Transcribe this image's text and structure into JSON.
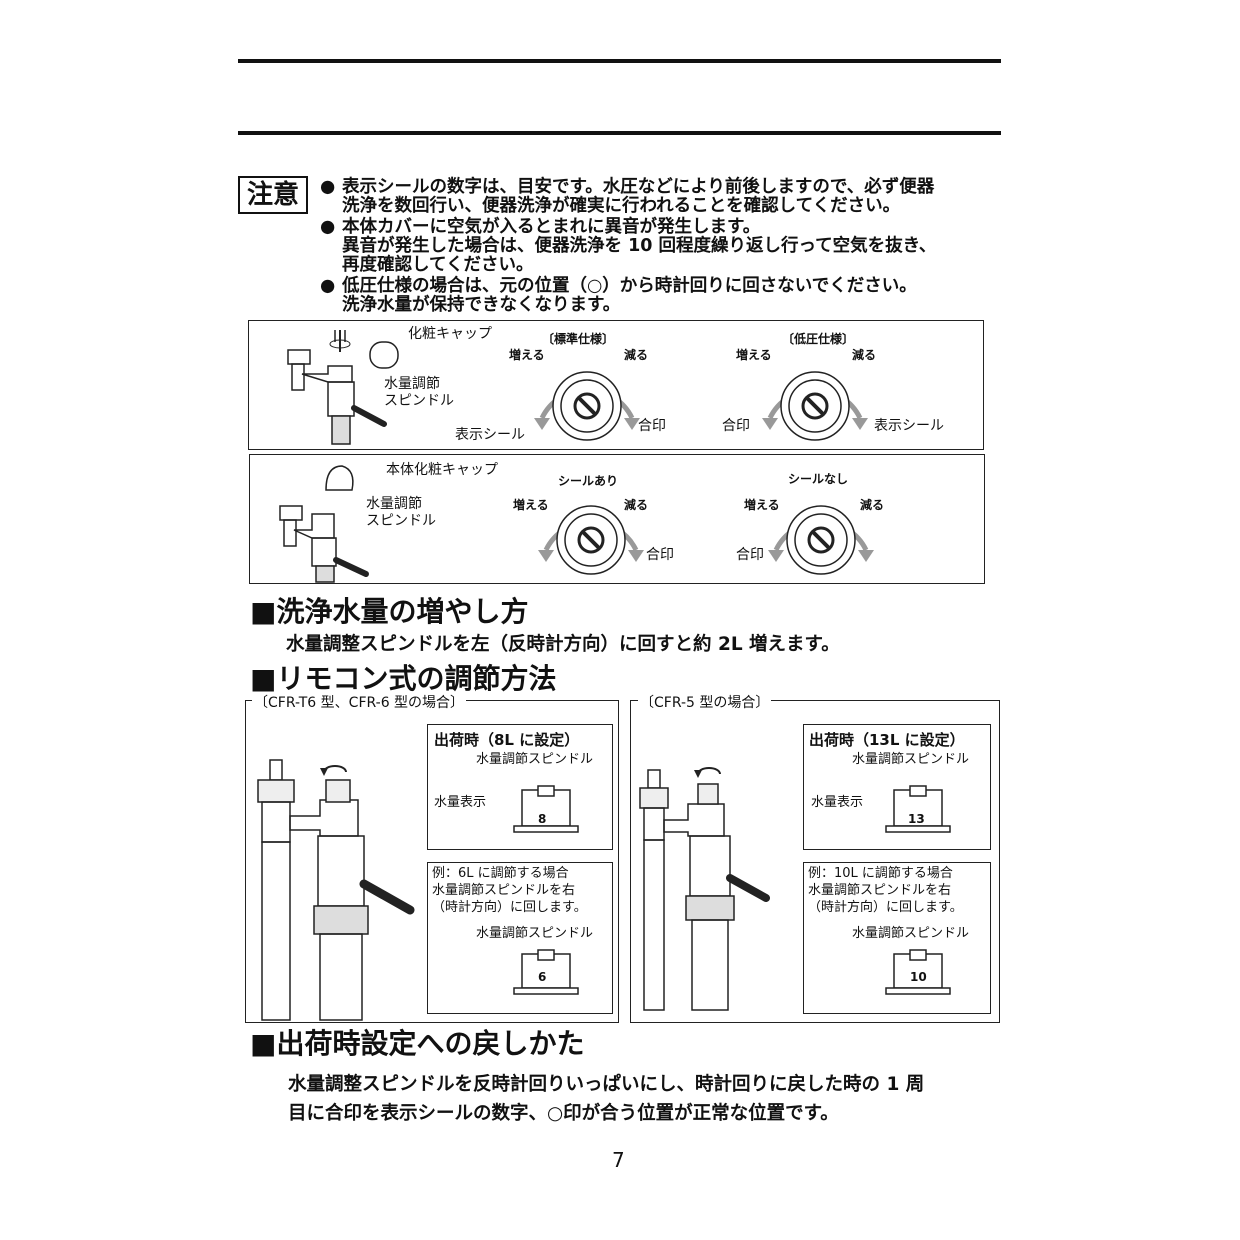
{
  "caution": {
    "label": "注意",
    "notes": [
      {
        "bullet": "●",
        "lines": [
          "表示シールの数字は、目安です。水圧などにより前後しますので、必ず便器",
          "洗浄を数回行い、便器洗浄が確実に行われることを確認してください。"
        ]
      },
      {
        "bullet": "●",
        "lines": [
          "本体カバーに空気が入るとまれに異音が発生します。",
          "異音が発生した場合は、便器洗浄を 10 回程度繰り返し行って空気を抜き、",
          "再度確認してください。"
        ]
      },
      {
        "bullet": "●",
        "lines": [
          "低圧仕様の場合は、元の位置（○）から時計回りに回さないでください。",
          "洗浄水量が保持できなくなります。"
        ]
      }
    ]
  },
  "figure1": {
    "cap_label": "化粧キャップ",
    "spindle_label_1": "水量調節",
    "spindle_label_2": "スピンドル",
    "standard_title": "〔標準仕様〕",
    "low_title": "〔低圧仕様〕",
    "increase": "増える",
    "decrease": "減る",
    "seal_label": "表示シール",
    "mark_label": "合印"
  },
  "figure2": {
    "cap_label": "本体化粧キャップ",
    "spindle_label_1": "水量調節",
    "spindle_label_2": "スピンドル",
    "with_seal": "シールあり",
    "without_seal": "シールなし",
    "increase": "増える",
    "decrease": "減る",
    "mark_label": "合印"
  },
  "section_increase": {
    "title": "■洗浄水量の増やし方",
    "text": "水量調整スピンドルを左（反時計方向）に回すと約 2L 増えます。"
  },
  "section_remote": {
    "title": "■リモコン式の調節方法",
    "left": {
      "frame_title": "〔CFR-T6 型、CFR-6 型の場合〕",
      "ship_head": "出荷時（8L に設定）",
      "spindle": "水量調節スピンドル",
      "indicator": "水量表示",
      "ship_value": "8",
      "example_lines": [
        "例：6L に調節する場合",
        "水量調節スピンドルを右",
        "（時計方向）に回します。"
      ],
      "example_spindle": "水量調節スピンドル",
      "example_value": "6"
    },
    "right": {
      "frame_title": "〔CFR-5 型の場合〕",
      "ship_head": "出荷時（13L に設定）",
      "spindle": "水量調節スピンドル",
      "indicator": "水量表示",
      "ship_value": "13",
      "example_lines": [
        "例：10L に調節する場合",
        "水量調節スピンドルを右",
        "（時計方向）に回します。"
      ],
      "example_spindle": "水量調節スピンドル",
      "example_value": "10"
    }
  },
  "section_reset": {
    "title": "■出荷時設定への戻しかた",
    "lines": [
      "水量調整スピンドルを反時計回りいっぱいにし、時計回りに戻した時の 1 周",
      "目に合印を表示シールの数字、○印が合う位置が正常な位置です。"
    ]
  },
  "page_number": "7"
}
